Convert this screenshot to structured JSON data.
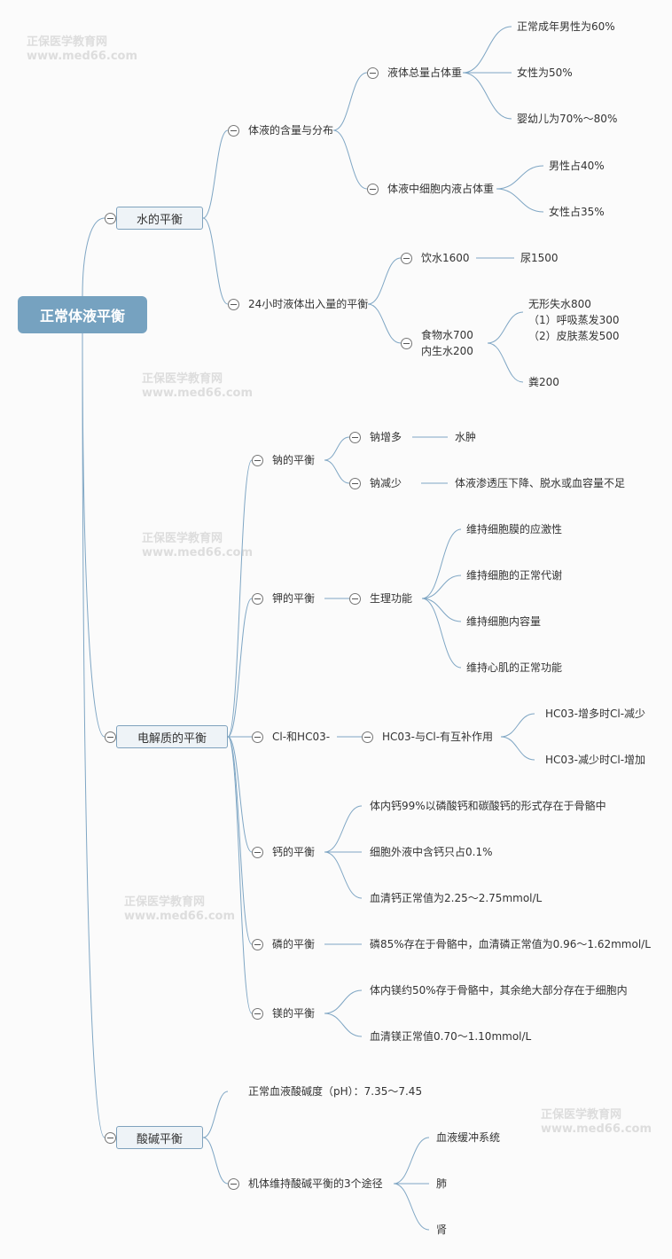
{
  "watermark": "正保医学教育网 www.med66.com",
  "root": "正常体液平衡",
  "water": {
    "label": "水的平衡",
    "content": {
      "label": "体液的含量与分布",
      "total": {
        "label": "液体总量占体重",
        "items": [
          "正常成年男性为60%",
          "女性为50%",
          "婴幼儿为70%～80%"
        ]
      },
      "intra": {
        "label": "体液中细胞内液占体重",
        "items": [
          "男性占40%",
          "女性占35%"
        ]
      }
    },
    "daily": {
      "label": "24小时液体出入量的平衡",
      "drink": {
        "label": "饮水1600",
        "out": "尿1500"
      },
      "food": {
        "line1": "食物水700",
        "line2": "内生水200",
        "out1": [
          "无形失水800",
          "（1）呼吸蒸发300",
          "（2）皮肤蒸发500"
        ],
        "out2": "粪200"
      }
    }
  },
  "electrolyte": {
    "label": "电解质的平衡",
    "na": {
      "label": "钠的平衡",
      "more": "钠增多",
      "more_r": "水肿",
      "less": "钠减少",
      "less_r": "体液渗透压下降、脱水或血容量不足"
    },
    "k": {
      "label": "钾的平衡",
      "func": "生理功能",
      "items": [
        "维持细胞膜的应激性",
        "维持细胞的正常代谢",
        "维持细胞内容量",
        "维持心肌的正常功能"
      ]
    },
    "cl": {
      "label": "Cl-和HC03-",
      "mutual": "HC03-与Cl-有互补作用",
      "items": [
        "HC03-增多时Cl-减少",
        "HC03-减少时Cl-增加"
      ]
    },
    "ca": {
      "label": "钙的平衡",
      "items": [
        "体内钙99%以磷酸钙和碳酸钙的形式存在于骨骼中",
        "细胞外液中含钙只占0.1%",
        "血清钙正常值为2.25～2.75mmol/L"
      ]
    },
    "p": {
      "label": "磷的平衡",
      "item": "磷85%存在于骨骼中，血清磷正常值为0.96～1.62mmol/L"
    },
    "mg": {
      "label": "镁的平衡",
      "items": [
        "体内镁约50%存于骨骼中，其余绝大部分存在于细胞内",
        "血清镁正常值0.70～1.10mmol/L"
      ]
    }
  },
  "acid": {
    "label": "酸碱平衡",
    "ph": "正常血液酸碱度（pH）：7.35～7.45",
    "ways": {
      "label": "机体维持酸碱平衡的3个途径",
      "items": [
        "血液缓冲系统",
        "肺",
        "肾"
      ]
    }
  }
}
